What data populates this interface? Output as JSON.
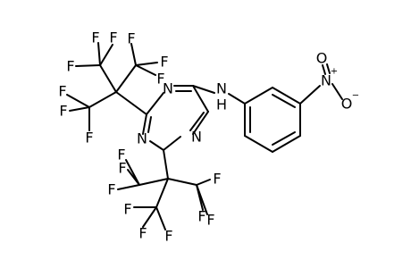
{
  "molecule": {
    "atom_label_F": "F",
    "atom_label_N": "N",
    "atom_label_O": "O",
    "amine_label": "N",
    "amine_h": "H",
    "nitro_n_charge": "+",
    "nitro_o_charge": "−"
  },
  "colors": {
    "bond": "#000000",
    "text": "#000000",
    "background": "#ffffff"
  }
}
